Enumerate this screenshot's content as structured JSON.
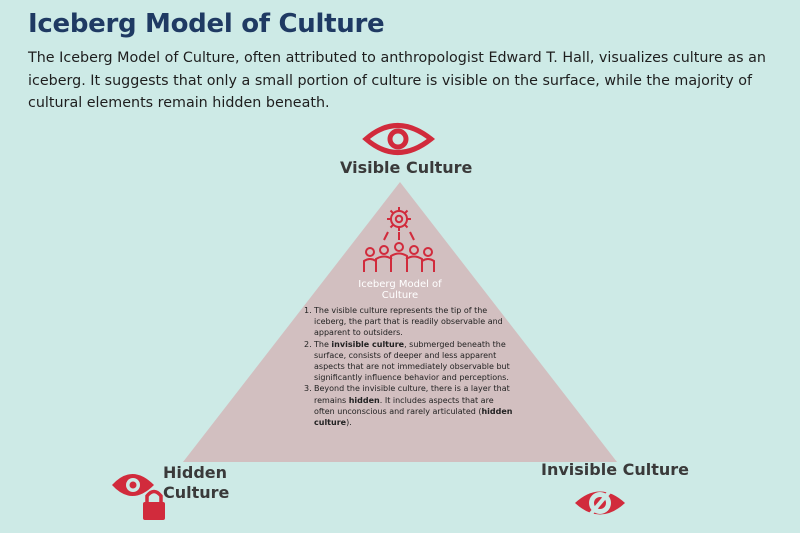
{
  "header": {
    "title": "Iceberg Model of Culture",
    "intro": "The Iceberg Model of Culture, often attributed to anthropologist Edward T. Hall, visualizes culture as an iceberg. It suggests that only a small portion of culture is visible on the surface, while the majority of cultural elements remain hidden beneath."
  },
  "diagram": {
    "inner_title": "Iceberg Model of Culture",
    "labels": {
      "visible": "Visible Culture",
      "invisible": "Invisible Culture",
      "hidden": "Hidden Culture"
    },
    "points": [
      {
        "before": "The visible culture represents the tip of the iceberg, the part that is readily observable and apparent to outsiders.",
        "bold": "",
        "after": ""
      },
      {
        "before": "The ",
        "bold": "invisible culture",
        "after": ", submerged beneath the surface, consists of deeper and less apparent aspects that are not immediately observable but significantly influence behavior and perceptions."
      },
      {
        "before": "Beyond the invisible culture, there is a layer that remains ",
        "bold": "hidden",
        "after": ". It includes aspects that are often unconscious and rarely articulated (",
        "bold2": "hidden culture",
        "after2": ")."
      }
    ],
    "icons": {
      "visible": "eye-icon",
      "core": "gear-people-icon",
      "hidden": "eye-lock-icon",
      "invisible": "crossed-eye-icon"
    },
    "colors": {
      "background": "#cdeae6",
      "triangle": "#d2bfc0",
      "accent": "#d12b3c",
      "title": "#1f3a63"
    }
  }
}
